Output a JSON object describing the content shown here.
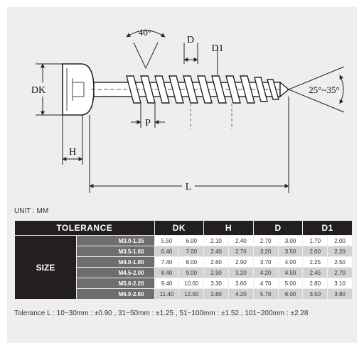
{
  "drawing": {
    "label_angle": "40°",
    "label_d": "D",
    "label_d1": "D1",
    "label_dk": "DK",
    "label_tip": "25°~35°",
    "label_p": "P",
    "label_h": "H",
    "label_l": "L"
  },
  "unit": "UNIT : MM",
  "table": {
    "header_tolerance": "TOLERANCE",
    "headers": [
      "DK",
      "H",
      "D",
      "D1"
    ],
    "size_label": "SIZE",
    "rows": [
      {
        "model": "M3.0-1.35",
        "values": [
          "5.50",
          "6.00",
          "2.10",
          "2.40",
          "2.70",
          "3.00",
          "1.70",
          "2.00"
        ]
      },
      {
        "model": "M3.5-1.60",
        "values": [
          "6.40",
          "7.00",
          "2.40",
          "2.70",
          "3.20",
          "3.50",
          "2.00",
          "2.20"
        ]
      },
      {
        "model": "M4.0-1.80",
        "values": [
          "7.40",
          "8.00",
          "2.60",
          "2.90",
          "3.70",
          "4.00",
          "2.25",
          "2.50"
        ]
      },
      {
        "model": "M4.5-2.00",
        "values": [
          "8.40",
          "9.00",
          "2.90",
          "3.20",
          "4.20",
          "4.50",
          "2.45",
          "2.70"
        ]
      },
      {
        "model": "M5.0-2.20",
        "values": [
          "9.40",
          "10.00",
          "3.30",
          "3.60",
          "4.70",
          "5.00",
          "2.80",
          "3.10"
        ]
      },
      {
        "model": "M6.0-2.60",
        "values": [
          "11.40",
          "12.00",
          "3.80",
          "4.20",
          "5.70",
          "6.00",
          "3.50",
          "3.80"
        ]
      }
    ]
  },
  "note": "Tolerance L : 10~30mm : ±0.90 , 31~50mm : ±1.25 , 51~100mm : ±1.52 , 101~200mm : ±2.28"
}
